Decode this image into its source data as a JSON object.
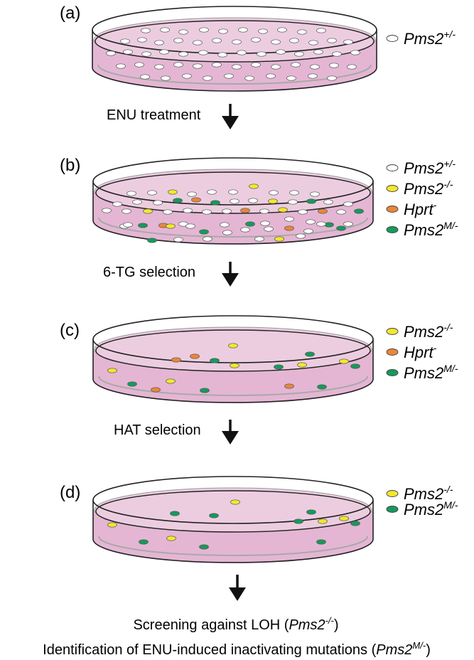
{
  "colors": {
    "media": "#e4b6d4",
    "media_top": "#eccde0",
    "rim": "#222222",
    "white_cell": "#ffffff",
    "yellow_cell": "#f4e72c",
    "orange_cell": "#e8873a",
    "green_cell": "#169a5c"
  },
  "genotypes": {
    "pms2_het": {
      "name": "Pms2",
      "sup": "+/-",
      "color": "white"
    },
    "pms2_null": {
      "name": "Pms2",
      "sup": "-/-",
      "color": "yellow"
    },
    "hprt": {
      "name": "Hprt",
      "sup": "-",
      "color": "orange"
    },
    "pms2_m": {
      "name": "Pms2",
      "sup": "M/-",
      "color": "green"
    }
  },
  "panels": [
    {
      "label": "(a)",
      "legend": [
        "pms2_het"
      ]
    },
    {
      "label": "(b)",
      "legend": [
        "pms2_het",
        "pms2_null",
        "hprt",
        "pms2_m"
      ]
    },
    {
      "label": "(c)",
      "legend": [
        "pms2_null",
        "hprt",
        "pms2_m"
      ]
    },
    {
      "label": "(d)",
      "legend": [
        "pms2_null",
        "pms2_m"
      ]
    }
  ],
  "steps": [
    "ENU treatment",
    "6-TG selection",
    "HAT selection"
  ],
  "caption": {
    "line1_prefix": "Screening against LOH (",
    "line1_gene": "Pms2",
    "line1_sup": "-/-",
    "line1_suffix": ")",
    "line2_prefix": "Identification of ENU-induced inactivating mutations (",
    "line2_gene": "Pms2",
    "line2_sup": "M/-",
    "line2_suffix": ")"
  }
}
